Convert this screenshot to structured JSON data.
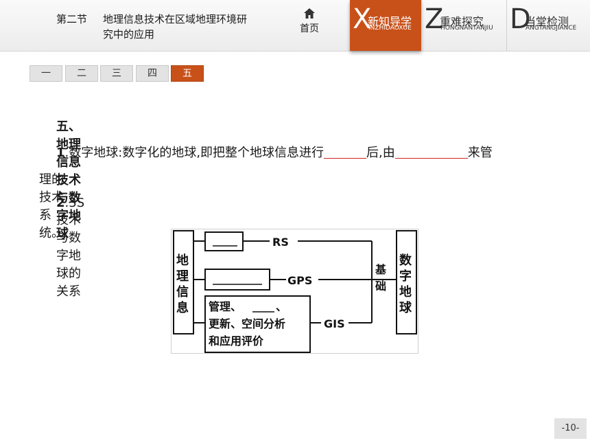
{
  "header": {
    "section_number": "第二节",
    "section_title": "地理信息技术在区域地理环境研究中的应用",
    "home_label": "首页",
    "nav_tabs": [
      {
        "letter": "X",
        "label": "新知导学",
        "pinyin": "INZHIDAOXUE",
        "active": true
      },
      {
        "letter": "Z",
        "label": "重难探究",
        "pinyin": "HONGNANTANJIU",
        "active": false
      },
      {
        "letter": "D",
        "label": "当堂检测",
        "pinyin": "ANGTANGJIANCE",
        "active": false
      }
    ]
  },
  "section_tabs": [
    {
      "label": "一",
      "active": false
    },
    {
      "label": "二",
      "active": false
    },
    {
      "label": "三",
      "active": false
    },
    {
      "label": "四",
      "active": false
    },
    {
      "label": "五",
      "active": true
    }
  ],
  "content": {
    "heading": "五、地理信息技术与数字地球",
    "item1_num": "1",
    "item1_text_a": ".数字地球:数字化的地球,即把整个地球信息进行",
    "item1_text_b": "后,由",
    "item1_text_c": "来管",
    "item1_text_d": "理的技术系统。",
    "item2_num": "2",
    "item2_text": ".3S技术与数字地球的关系"
  },
  "diagram": {
    "left_label": [
      "地",
      "理",
      "信",
      "息"
    ],
    "right_label": [
      "数",
      "字",
      "地",
      "球"
    ],
    "basis_label": [
      "基",
      "础"
    ],
    "rs": "RS",
    "gps": "GPS",
    "gis": "GIS",
    "gis_box_line1_a": "管理、",
    "gis_box_line1_b": "、",
    "gis_box_line2": "更新、空间分析",
    "gis_box_line3": "和应用评价"
  },
  "page_number": "-10-"
}
